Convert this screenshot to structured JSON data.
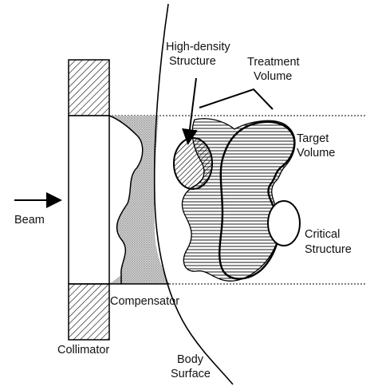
{
  "labels": {
    "high_density_line1": "High-density",
    "high_density_line2": "Structure",
    "treatment_line1": "Treatment",
    "treatment_line2": "Volume",
    "target_line1": "Target",
    "target_line2": "Volume",
    "beam": "Beam",
    "critical_line1": "Critical",
    "critical_line2": "Structure",
    "compensator": "Compensator",
    "collimator": "Collimator",
    "body_line1": "Body",
    "body_line2": "Surface"
  },
  "colors": {
    "ink": "#000000",
    "compensator_fill": "#bdbdbd"
  }
}
